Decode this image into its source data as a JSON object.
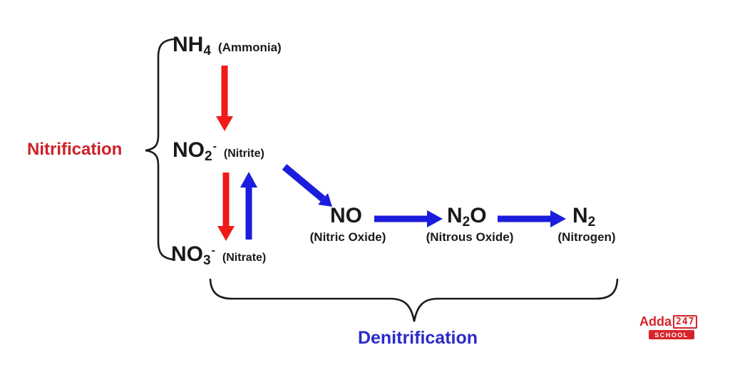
{
  "diagram": {
    "process_labels": {
      "nitrification": "Nitrification",
      "denitrification": "Denitrification"
    },
    "nodes": {
      "nh4": {
        "formula_base": "NH",
        "formula_sub": "4",
        "name": "(Ammonia)"
      },
      "no2": {
        "formula_base": "NO",
        "formula_sub": "2",
        "formula_sup": "-",
        "name": "(Nitrite)"
      },
      "no3": {
        "formula_base": "NO",
        "formula_sub": "3",
        "formula_sup": "-",
        "name": "(Nitrate)"
      },
      "no": {
        "formula_base": "NO",
        "name": "(Nitric Oxide)"
      },
      "n2o": {
        "formula_base": "N",
        "formula_sub": "2",
        "formula_base2": "O",
        "name": "(Nitrous Oxide)"
      },
      "n2": {
        "formula_base": "N",
        "formula_sub": "2",
        "name": "(Nitrogen)"
      }
    },
    "edges": [
      {
        "from": "NH4 (Ammonia)",
        "to": "NO2- (Nitrite)",
        "color": "red",
        "process": "nitrification"
      },
      {
        "from": "NO2- (Nitrite)",
        "to": "NO3- (Nitrate)",
        "color": "red",
        "process": "nitrification"
      },
      {
        "from": "NO3- (Nitrate)",
        "to": "NO2- (Nitrite)",
        "color": "blue",
        "process": "denitrification"
      },
      {
        "from": "NO2- (Nitrite)",
        "to": "NO (Nitric Oxide)",
        "color": "blue",
        "process": "denitrification"
      },
      {
        "from": "NO (Nitric Oxide)",
        "to": "N2O (Nitrous Oxide)",
        "color": "blue",
        "process": "denitrification"
      },
      {
        "from": "N2O (Nitrous Oxide)",
        "to": "N2 (Nitrogen)",
        "color": "blue",
        "process": "denitrification"
      }
    ],
    "colors": {
      "nitrification_text": "#cc2127",
      "arrow_red": "#ee1b17",
      "arrow_blue": "#1c1cdc",
      "denitrification_text": "#2a2ac8",
      "formula_text": "#1a1a1a",
      "background": "#ffffff"
    }
  },
  "watermark": {
    "brand_text": "Adda",
    "brand_number": "247",
    "sub_text": "SCHOOL",
    "color": "#d8232a"
  }
}
